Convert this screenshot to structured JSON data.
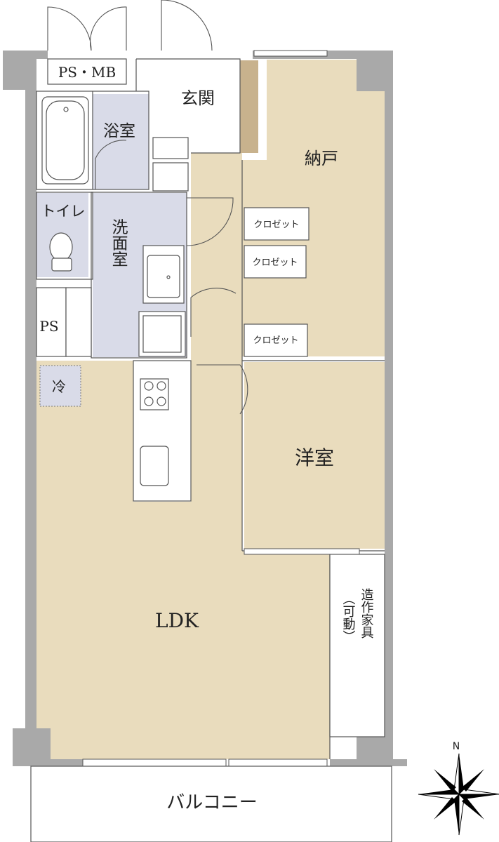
{
  "rooms": {
    "ps_mb": "PS・MB",
    "genkan": "玄関",
    "bath": "浴室",
    "nando": "納戸",
    "toilet": "トイレ",
    "washroom": "洗面室",
    "closet_1": "クロゼット",
    "closet_2": "クロゼット",
    "closet_3": "クロゼット",
    "ps": "PS",
    "fridge": "冷",
    "yoshitsu": "洋室",
    "ldk": "LDK",
    "furniture_1": "造作家具",
    "furniture_2": "（可動）",
    "balcony": "バルコニー"
  },
  "compass": {
    "north": "N"
  },
  "colors": {
    "floor": "#e9dcbd",
    "wet_area": "#d9dbe8",
    "wall": "#a9a9a9",
    "entry_step": "#c8b28d"
  }
}
